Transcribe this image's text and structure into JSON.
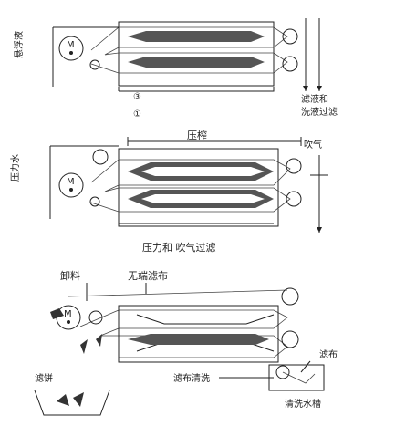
{
  "panel1": {
    "feed_label": "悬浮液",
    "motor_label": "M",
    "filtrate_label_1": "滤液和",
    "filtrate_label_2": "洗液过滤",
    "step_marker_a": "③",
    "step_marker_b": "①"
  },
  "panel2": {
    "press_label": "压榨",
    "blow_label": "吹气",
    "water_label": "压力水",
    "motor_label": "M",
    "caption": "压力和 吹气过滤"
  },
  "panel3": {
    "discharge_label": "卸料",
    "belt_label": "无端滤布",
    "motor_label": "M",
    "cake_label": "滤饼",
    "cloth_label": "滤布",
    "wash_label": "滤布清洗",
    "tank_label": "清洗水槽"
  }
}
